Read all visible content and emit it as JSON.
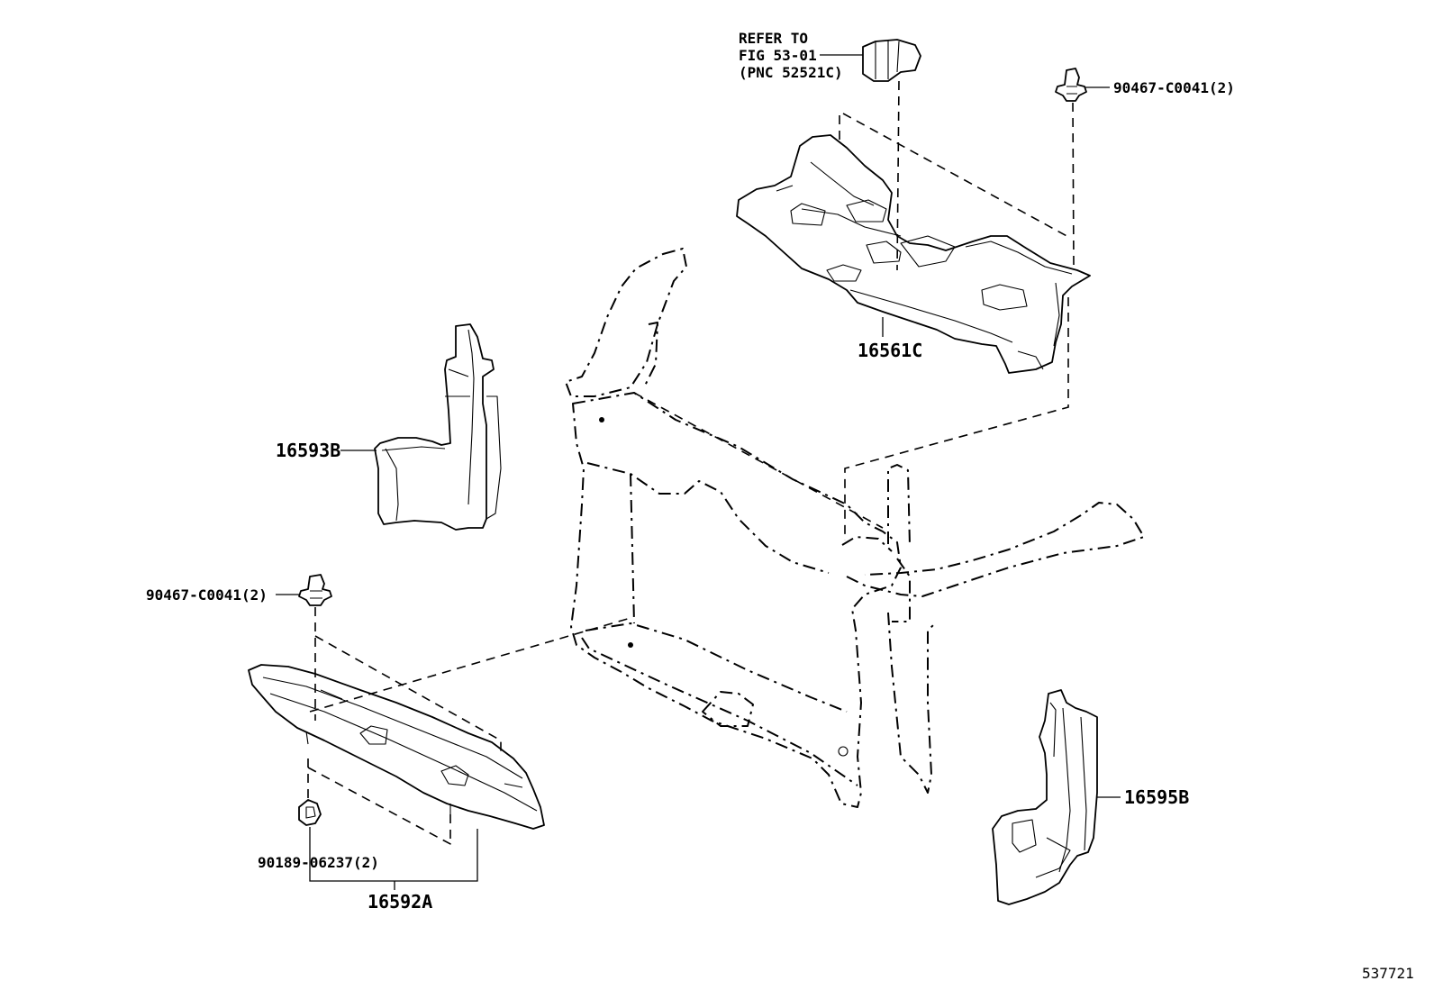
{
  "diagram": {
    "labels": {
      "p16561c": "16561C",
      "p16593b": "16593B",
      "p16595b": "16595B",
      "p16592a": "16592A",
      "clip_top": "90467-C0041(2)",
      "clip_left": "90467-C0041(2)",
      "nut": "90189-06237(2)"
    },
    "refer_note": [
      "REFER TO",
      "FIG 53-01",
      "(PNC 52521C)"
    ],
    "figure_id": "537721"
  }
}
